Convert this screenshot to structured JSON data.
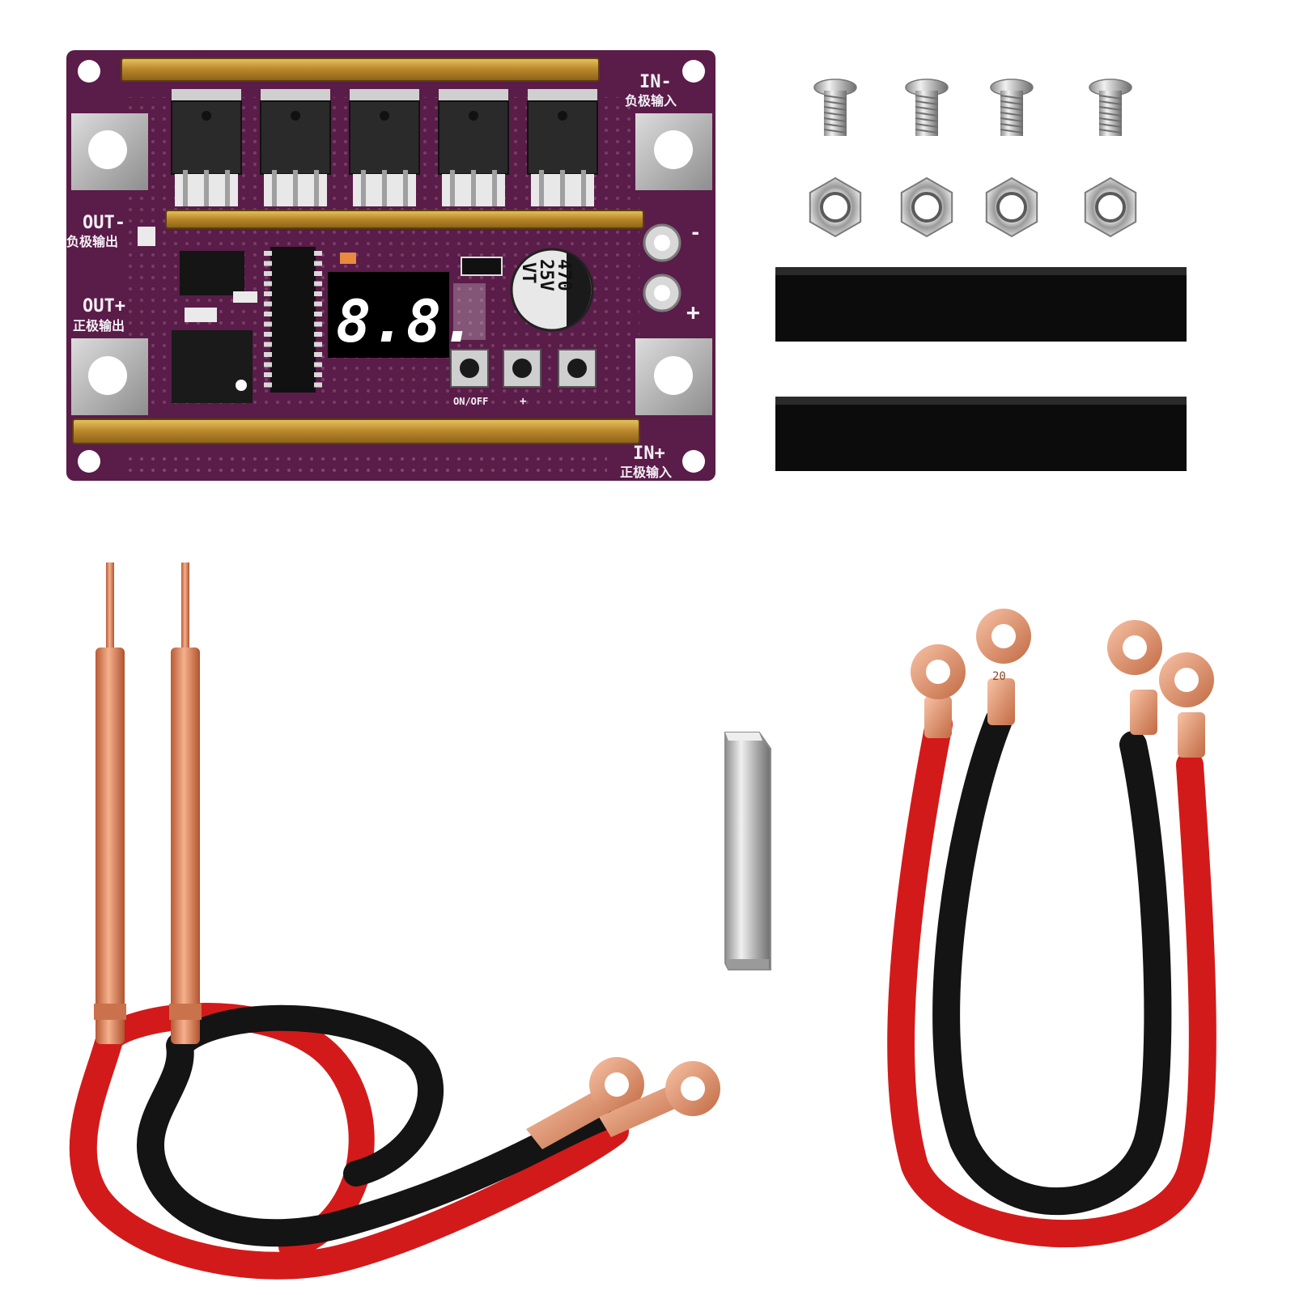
{
  "board": {
    "in_neg_label": "IN-",
    "in_neg_cn": "负极输入",
    "in_pos_label": "IN+",
    "in_pos_cn": "正极输入",
    "out_neg_label": "OUT-",
    "out_neg_cn": "负极输出",
    "out_pos_label": "OUT+",
    "out_pos_cn": "正极输出",
    "display_text": "8.8.",
    "capacitor_line1": "470",
    "capacitor_line2": "25V",
    "capacitor_line3": "VT",
    "button_onoff_label": "ON/OFF",
    "button_plus_label": "+",
    "terminal_neg_mark": "-",
    "terminal_pos_mark": "+"
  },
  "lug_mark": "20",
  "colors": {
    "pcb": "#5a1c48",
    "gold": "#c8a032",
    "copper": "#e7926a",
    "red_wire": "#d31a1a",
    "black_wire": "#141414",
    "heat_shrink": "#0c0c0c",
    "metal": "#bfbfbf"
  }
}
